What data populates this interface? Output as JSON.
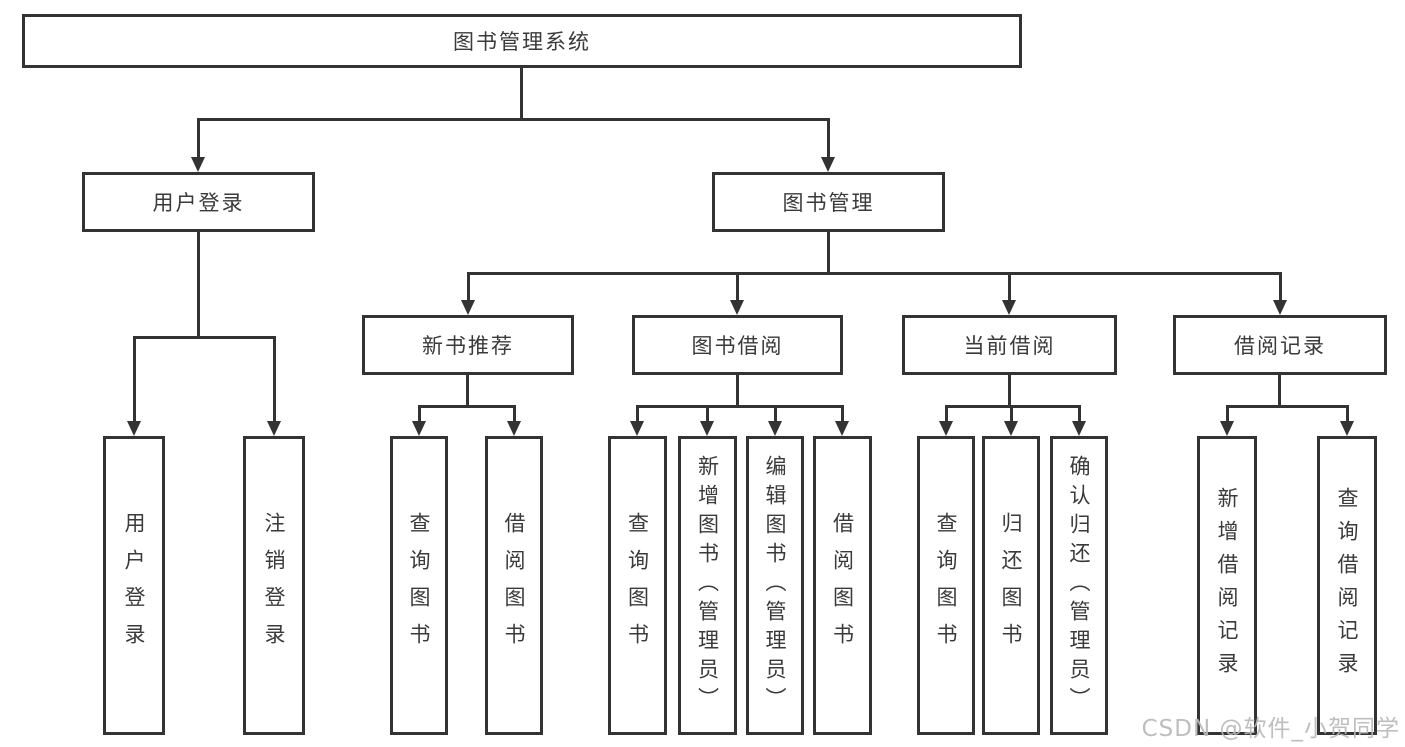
{
  "tree": {
    "root": {
      "label": "图书管理系统"
    },
    "branches": [
      {
        "label": "用户登录",
        "children": [
          {
            "label": "用户登录"
          },
          {
            "label": "注销登录"
          }
        ]
      },
      {
        "label": "图书管理",
        "children": [
          {
            "label": "新书推荐",
            "children": [
              {
                "label": "查询图书"
              },
              {
                "label": "借阅图书"
              }
            ]
          },
          {
            "label": "图书借阅",
            "children": [
              {
                "label": "查询图书"
              },
              {
                "label": "新增图书（管理员）"
              },
              {
                "label": "编辑图书（管理员）"
              },
              {
                "label": "借阅图书"
              }
            ]
          },
          {
            "label": "当前借阅",
            "children": [
              {
                "label": "查询图书"
              },
              {
                "label": "归还图书"
              },
              {
                "label": "确认归还（管理员）"
              }
            ]
          },
          {
            "label": "借阅记录",
            "children": [
              {
                "label": "新增借阅记录"
              },
              {
                "label": "查询借阅记录"
              }
            ]
          }
        ]
      }
    ]
  },
  "watermark": "CSDN @软件_小贺同学",
  "colors": {
    "line": "#333333",
    "text": "#3a3a3a",
    "watermark": "#b9b9b9",
    "background": "#ffffff"
  }
}
